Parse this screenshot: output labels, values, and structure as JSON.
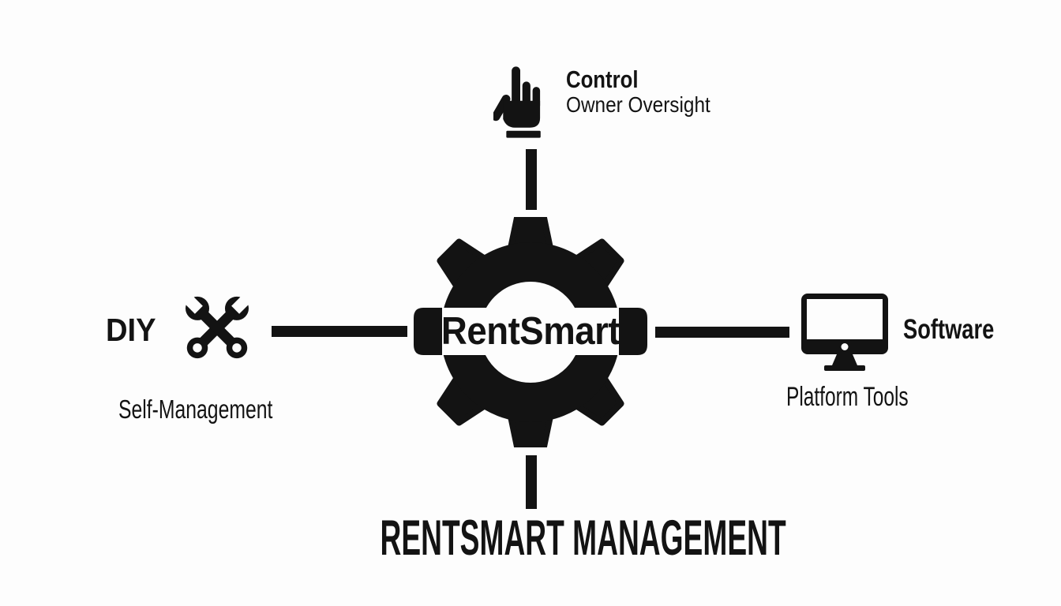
{
  "canvas": {
    "background": "#fdfdfd",
    "ink": "#131313"
  },
  "center": {
    "icon": "gear-icon",
    "label": "RentSmart"
  },
  "branches": {
    "top": {
      "icon": "pointer-hand-icon",
      "title": "Control",
      "subtitle": "Owner Oversight"
    },
    "left": {
      "icon": "crossed-wrenches-icon",
      "title": "DIY",
      "subtitle": "Self-Management"
    },
    "right": {
      "icon": "monitor-icon",
      "title": "Software",
      "subtitle": "Platform Tools"
    }
  },
  "footer": {
    "title": "RENTSMART MANAGEMENT"
  }
}
